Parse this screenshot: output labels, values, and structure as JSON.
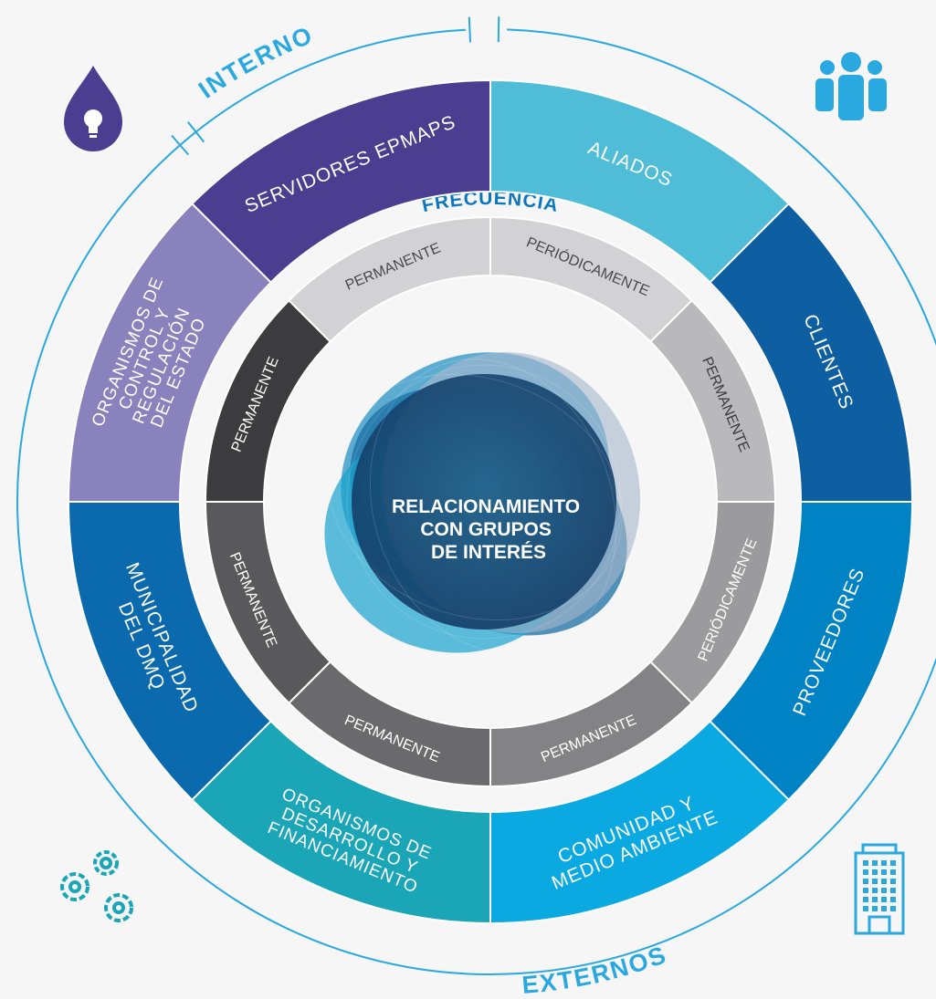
{
  "center": {
    "lines": [
      "RELACIONAMIENTO",
      "CON GRUPOS",
      "DE INTERÉS"
    ]
  },
  "frecuencia_label": "FRECUENCIA",
  "interno_label": "INTERNO",
  "externos_label": "EXTERNOS",
  "groups": [
    {
      "id": "servidores",
      "lines": [
        "SERVIDORES EPMAPS"
      ],
      "color": "#4b3d8f",
      "frequency": "PERMANENTE",
      "freq_color": "#d2d2d4",
      "freq_text_color": "#4a4a4a"
    },
    {
      "id": "aliados",
      "lines": [
        "ALIADOS"
      ],
      "color": "#4fbdd8",
      "frequency": "PERIÓDICAMENTE",
      "freq_color": "#d2d2d4",
      "freq_text_color": "#4a4a4a"
    },
    {
      "id": "clientes",
      "lines": [
        "CLIENTES"
      ],
      "color": "#0d5fa2",
      "frequency": "PERMANENTE",
      "freq_color": "#b9b9bb",
      "freq_text_color": "#3c3c3c"
    },
    {
      "id": "proveedores",
      "lines": [
        "PROVEEDORES"
      ],
      "color": "#0083c4",
      "frequency": "PERIÓDICAMENTE",
      "freq_color": "#9b9b9d",
      "freq_text_color": "#ffffff"
    },
    {
      "id": "comunidad",
      "lines": [
        "COMUNIDAD Y",
        "MEDIO AMBIENTE"
      ],
      "color": "#0aa9e1",
      "frequency": "PERMANENTE",
      "freq_color": "#838385",
      "freq_text_color": "#ffffff"
    },
    {
      "id": "desarrollo",
      "lines": [
        "ORGANISMOS DE",
        "DESARROLLO Y",
        "FINANCIAMIENTO"
      ],
      "color": "#1ba6b8",
      "frequency": "PERMANENTE",
      "freq_color": "#6a6a6c",
      "freq_text_color": "#ffffff"
    },
    {
      "id": "municipalidad",
      "lines": [
        "MUNICIPALIDAD",
        "DEL DMQ"
      ],
      "color": "#0a6aad",
      "frequency": "PERMANENTE",
      "freq_color": "#59595b",
      "freq_text_color": "#ffffff"
    },
    {
      "id": "control",
      "lines": [
        "ORGANISMOS DE",
        "CONTROL Y",
        "REGULACIÓN",
        "DEL ESTADO"
      ],
      "color": "#8a82bd",
      "frequency": "PERMANENTE",
      "freq_color": "#3c3c3e",
      "freq_text_color": "#ffffff"
    }
  ],
  "icons": {
    "top_left": "water-drop-lightbulb-icon",
    "top_right": "group-people-icon",
    "bottom_left": "gears-icon",
    "bottom_right": "office-building-icon"
  },
  "colors": {
    "accent_blue": "#0a77bf",
    "outline": "#2aa8e0",
    "purple": "#4b3d8f",
    "teal": "#1ba6b8"
  }
}
